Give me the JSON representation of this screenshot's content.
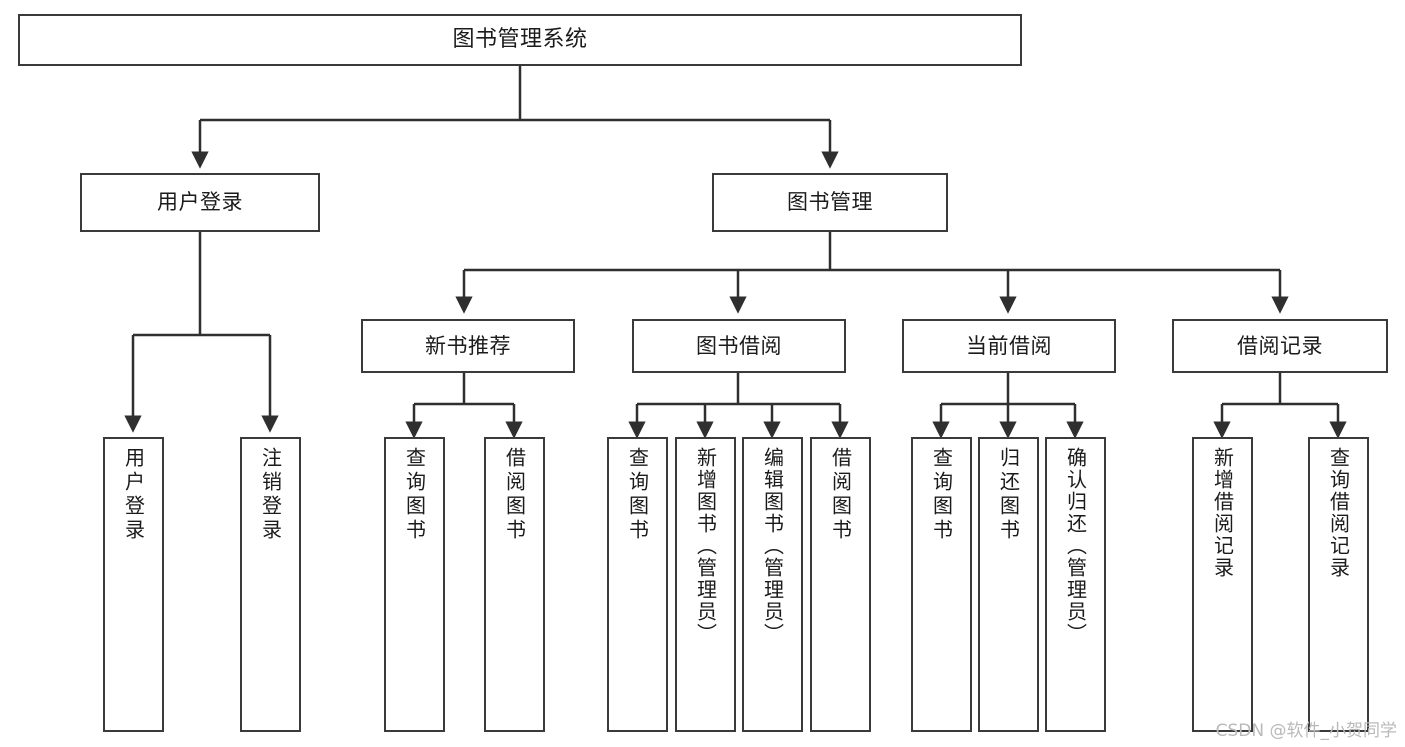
{
  "diagram": {
    "type": "tree",
    "title": "图书管理系统",
    "watermark": "CSDN @软件_小贺同学",
    "colors": {
      "box_border": "#3a3a3a",
      "box_fill": "#ffffff",
      "connector": "#2f2f2f",
      "text": "#1b1b1b",
      "watermark": "#b9b9b9"
    },
    "levels": 4
  },
  "nodes": {
    "root": {
      "label": "图书管理系统"
    },
    "level2": [
      {
        "label": "用户登录"
      },
      {
        "label": "图书管理"
      }
    ],
    "level3": [
      {
        "label": "新书推荐"
      },
      {
        "label": "图书借阅"
      },
      {
        "label": "当前借阅"
      },
      {
        "label": "借阅记录"
      }
    ],
    "leaves": {
      "user_login": [
        {
          "label": "用户登录"
        },
        {
          "label": "注销登录"
        }
      ],
      "new_book_recommend": [
        {
          "label": "查询图书"
        },
        {
          "label": "借阅图书"
        }
      ],
      "book_borrow": [
        {
          "label": "查询图书"
        },
        {
          "label": "新增图书（管理员）"
        },
        {
          "label": "编辑图书（管理员）"
        },
        {
          "label": "借阅图书"
        }
      ],
      "current_borrow": [
        {
          "label": "查询图书"
        },
        {
          "label": "归还图书"
        },
        {
          "label": "确认归还（管理员）"
        }
      ],
      "borrow_record": [
        {
          "label": "新增借阅记录"
        },
        {
          "label": "查询借阅记录"
        }
      ]
    }
  }
}
